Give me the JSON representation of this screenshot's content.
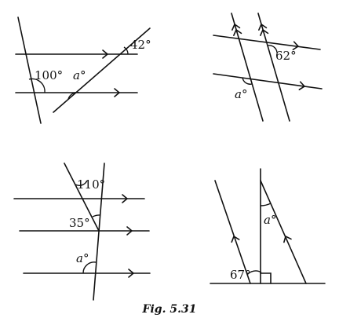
{
  "caption": "Fig. 5.31",
  "panels": [
    {
      "id": "top-left",
      "labels": [
        "42°",
        "100°",
        "a°"
      ]
    },
    {
      "id": "top-right",
      "labels": [
        "62°",
        "a°"
      ]
    },
    {
      "id": "bottom-left",
      "labels": [
        "110°",
        "35°",
        "a°"
      ]
    },
    {
      "id": "bottom-right",
      "labels": [
        "a°",
        "67°"
      ]
    }
  ]
}
